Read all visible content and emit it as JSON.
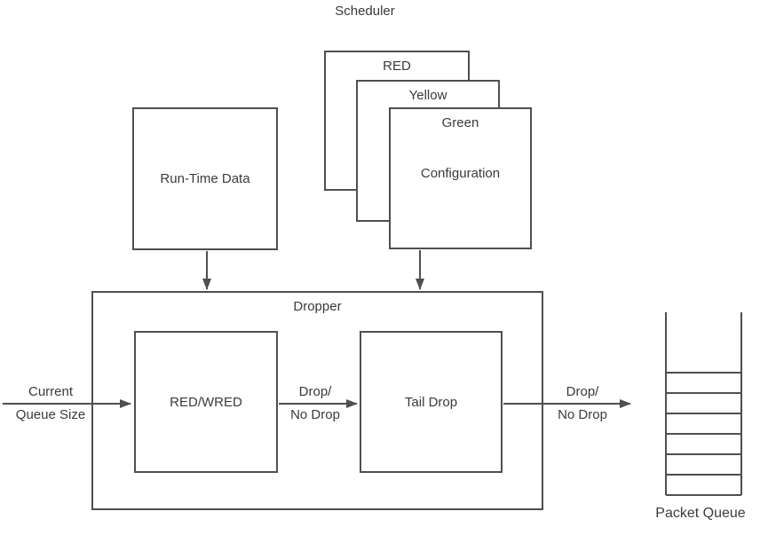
{
  "colors": {
    "background": "#ffffff",
    "line": "#4f4f4f",
    "text": "#3a3a3a"
  },
  "scheduler": {
    "label": "Scheduler"
  },
  "config_stack": {
    "red_label": "RED",
    "yellow_label": "Yellow",
    "green_label": "Green",
    "configuration_label": "Configuration"
  },
  "runtime": {
    "label": "Run-Time Data"
  },
  "dropper": {
    "label": "Dropper",
    "red_wred_label": "RED/WRED",
    "tail_drop_label": "Tail Drop"
  },
  "edges": {
    "current_queue_size": {
      "line1": "Current",
      "line2": "Queue Size"
    },
    "inner_drop": {
      "line1": "Drop/",
      "line2": "No Drop"
    },
    "outer_drop": {
      "line1": "Drop/",
      "line2": "No Drop"
    }
  },
  "packet_queue": {
    "label": "Packet Queue",
    "slots": 6
  }
}
